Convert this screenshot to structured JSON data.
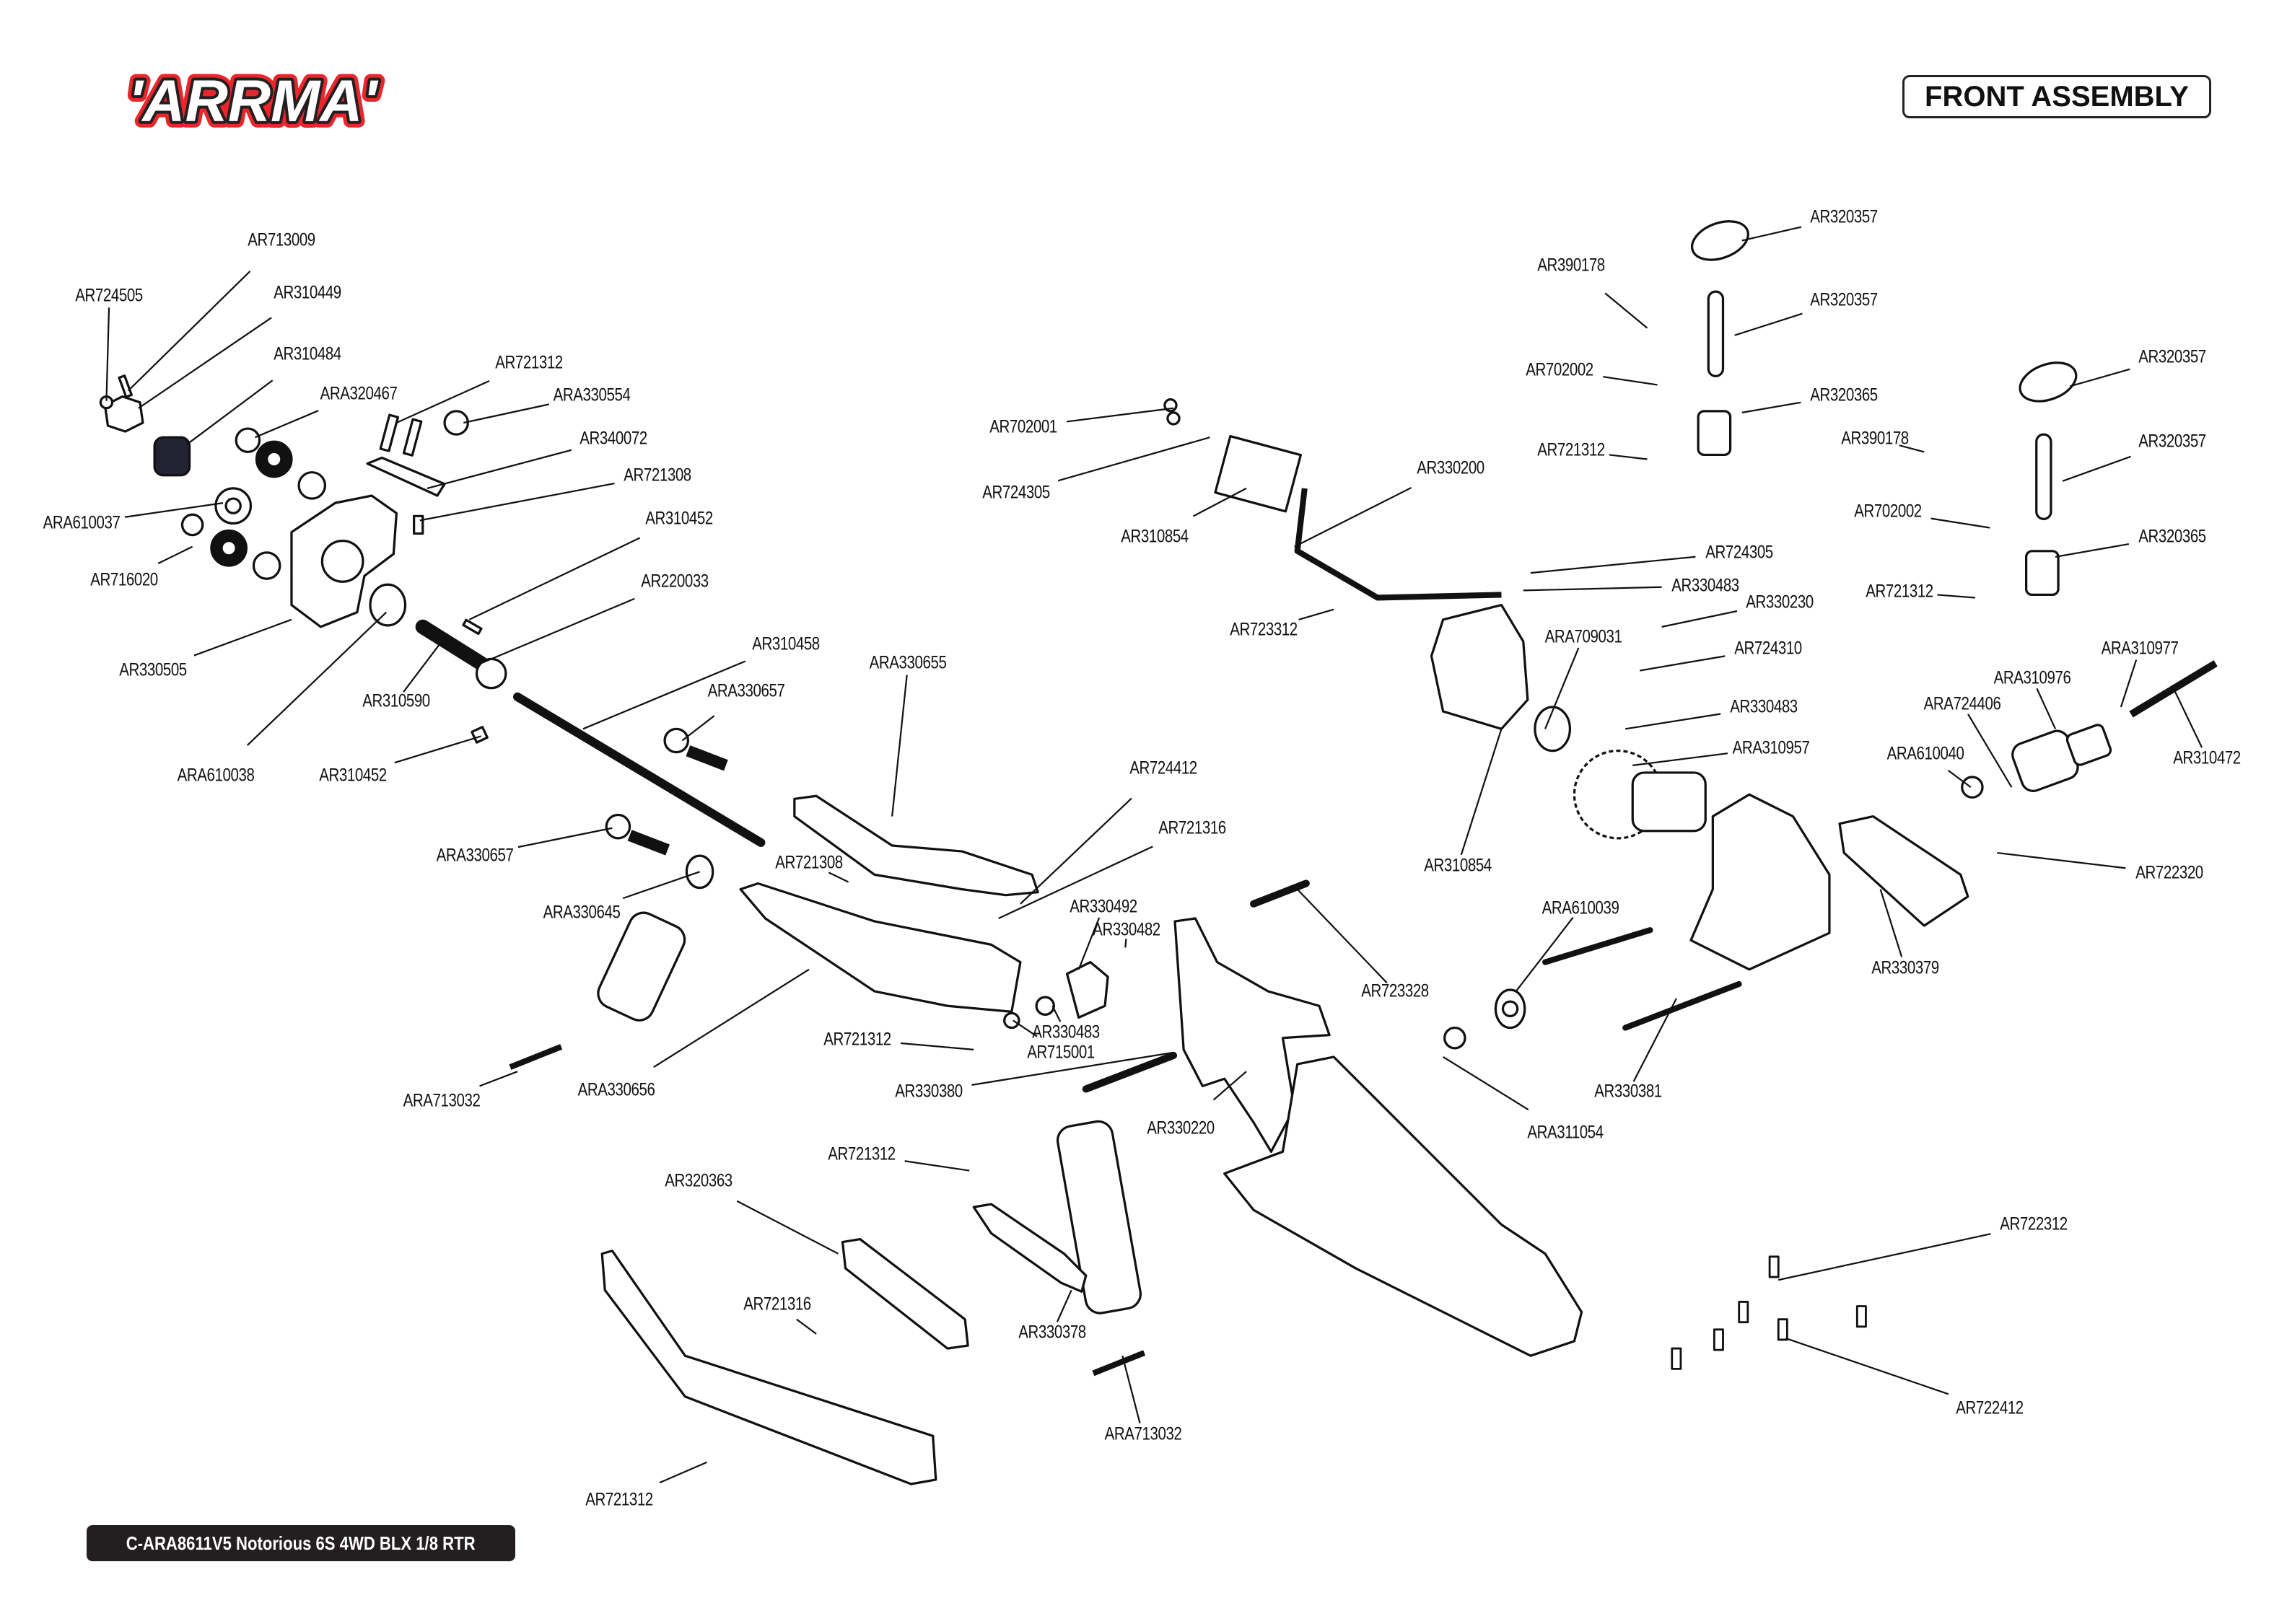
{
  "header": {
    "logo_text": "'ARRMA'",
    "title": "FRONT ASSEMBLY"
  },
  "footer": {
    "model": "C-ARA8611V5 Notorious 6S 4WD BLX 1/8 RTR"
  },
  "colors": {
    "logo_red": "#e8262b",
    "logo_black": "#231f20",
    "footer_bg": "#231f20",
    "line": "#111111"
  },
  "labels": [
    "AR713009",
    "AR724505",
    "AR310449",
    "AR310484",
    "ARA320467",
    "AR721312",
    "ARA330554",
    "AR340072",
    "AR721308",
    "ARA610037",
    "AR310452",
    "AR716020",
    "AR220033",
    "AR330505",
    "AR310590",
    "AR310458",
    "ARA330657",
    "ARA610038",
    "AR310452",
    "ARA330655",
    "AR724412",
    "AR721316",
    "AR721308",
    "ARA330657",
    "ARA330645",
    "AR330492",
    "AR330482",
    "AR721312",
    "AR330483",
    "AR715001",
    "AR330380",
    "ARA713032",
    "ARA330656",
    "AR330220",
    "AR721312",
    "AR320363",
    "AR721316",
    "AR330378",
    "ARA713032",
    "AR721312",
    "AR702001",
    "AR724305",
    "AR310854",
    "AR330200",
    "AR723312",
    "AR390178",
    "AR320357",
    "AR320357",
    "AR702002",
    "AR320365",
    "AR721312",
    "AR724305",
    "AR330483",
    "AR330230",
    "ARA709031",
    "AR724310",
    "AR330483",
    "ARA310957",
    "AR310854",
    "ARA610039",
    "AR723328",
    "AR330381",
    "ARA311054",
    "AR320357",
    "AR390178",
    "AR320357",
    "AR702002",
    "AR320365",
    "AR721312",
    "ARA310977",
    "ARA310976",
    "ARA724406",
    "ARA610040",
    "AR310472",
    "AR722320",
    "AR330379",
    "AR722312",
    "AR722412"
  ]
}
